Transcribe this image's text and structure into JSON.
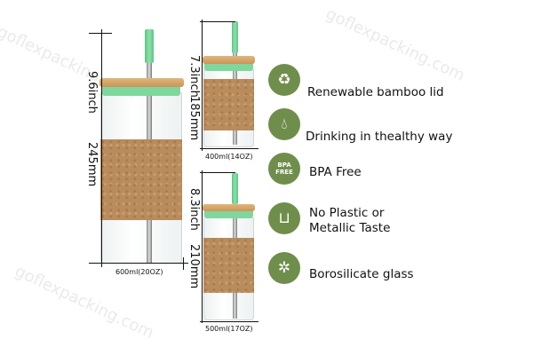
{
  "watermark": "goflexpacking.com",
  "products": [
    {
      "capacity": "600ml(20OZ)",
      "height_inch": "9.6inch",
      "height_mm": "245mm"
    },
    {
      "capacity": "400ml(14OZ)",
      "height_inch": "7.3inch",
      "height_mm": "185mm"
    },
    {
      "capacity": "500ml(17OZ)",
      "height_inch": "8.3inch",
      "height_mm": "210mm"
    }
  ],
  "features": [
    {
      "icon": "recycle-icon",
      "label": "Renewable bamboo lid"
    },
    {
      "icon": "water-drop-icon",
      "label": "Drinking in thealthy way"
    },
    {
      "icon": "bpa-free-icon",
      "label": "BPA Free"
    },
    {
      "icon": "measuring-cup-icon",
      "label": "No Plastic or Metallic Taste"
    },
    {
      "icon": "sun-snowflake-icon",
      "label": "Borosilicate glass"
    }
  ],
  "colors": {
    "icon_bg": "#6f8e4b",
    "silicone": "#7fd79d",
    "cork": "#b98c5d",
    "bamboo": "#d6a96c"
  }
}
